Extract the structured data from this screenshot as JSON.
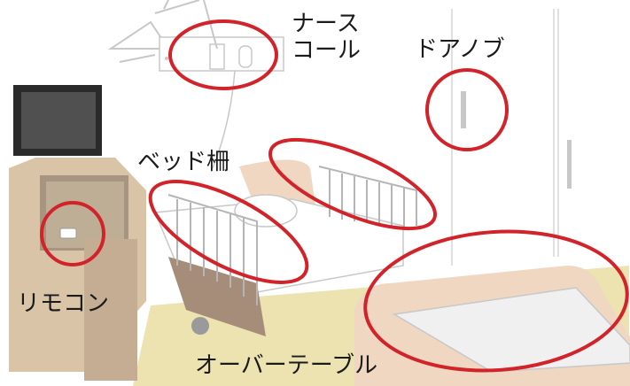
{
  "labels": {
    "nurse_call_line1": "ナース",
    "nurse_call_line2": "コール",
    "door_knob": "ドアノブ",
    "bed_rail": "ベッド柵",
    "remote": "リモコン",
    "overbed_table": "オーバーテーブル"
  },
  "colors": {
    "highlight_circle": "#d2232a",
    "floor": "#ece3b0",
    "furniture_wood": "#d9c4a8",
    "bed_frame": "#efd7c2",
    "table_top": "#f0f0f0",
    "tv_screen": "#3a3a3a",
    "line_art": "#c8c8c8"
  },
  "icons": [
    "nurse-call-panel-icon",
    "door-knob-icon",
    "bed-rail-icon",
    "tv-icon",
    "remote-control-icon",
    "overbed-table-icon",
    "lamp-icon"
  ]
}
